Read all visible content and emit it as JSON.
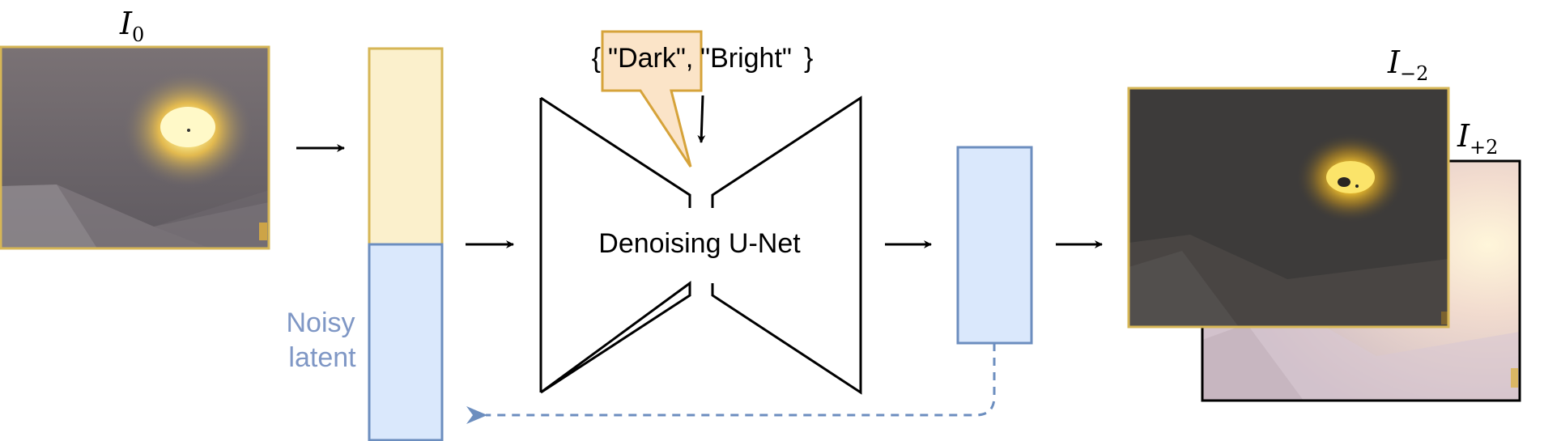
{
  "input_image": {
    "label": "I",
    "label_subscript": "0"
  },
  "latent": {
    "noisy_label_line1": "Noisy",
    "noisy_label_line2": "latent"
  },
  "conditioning": {
    "open_brace": "{",
    "option_dark": "\"Dark\",",
    "option_bright": "\"Bright\"",
    "close_brace": "}"
  },
  "unet": {
    "label": "Denoising U-Net"
  },
  "outputs": {
    "front_label": "I",
    "front_subscript": "−2",
    "back_label": "I",
    "back_subscript": "+2"
  },
  "colors": {
    "image_border": "#d6b656",
    "latent_top_fill": "#fbf0cc",
    "latent_fill": "#dae8fc",
    "latent_border": "#6c8ebf",
    "callout_fill": "#fbe4c8",
    "callout_border": "#d6a33a",
    "noisy_text": "#7f97c5",
    "stroke": "#000000"
  }
}
